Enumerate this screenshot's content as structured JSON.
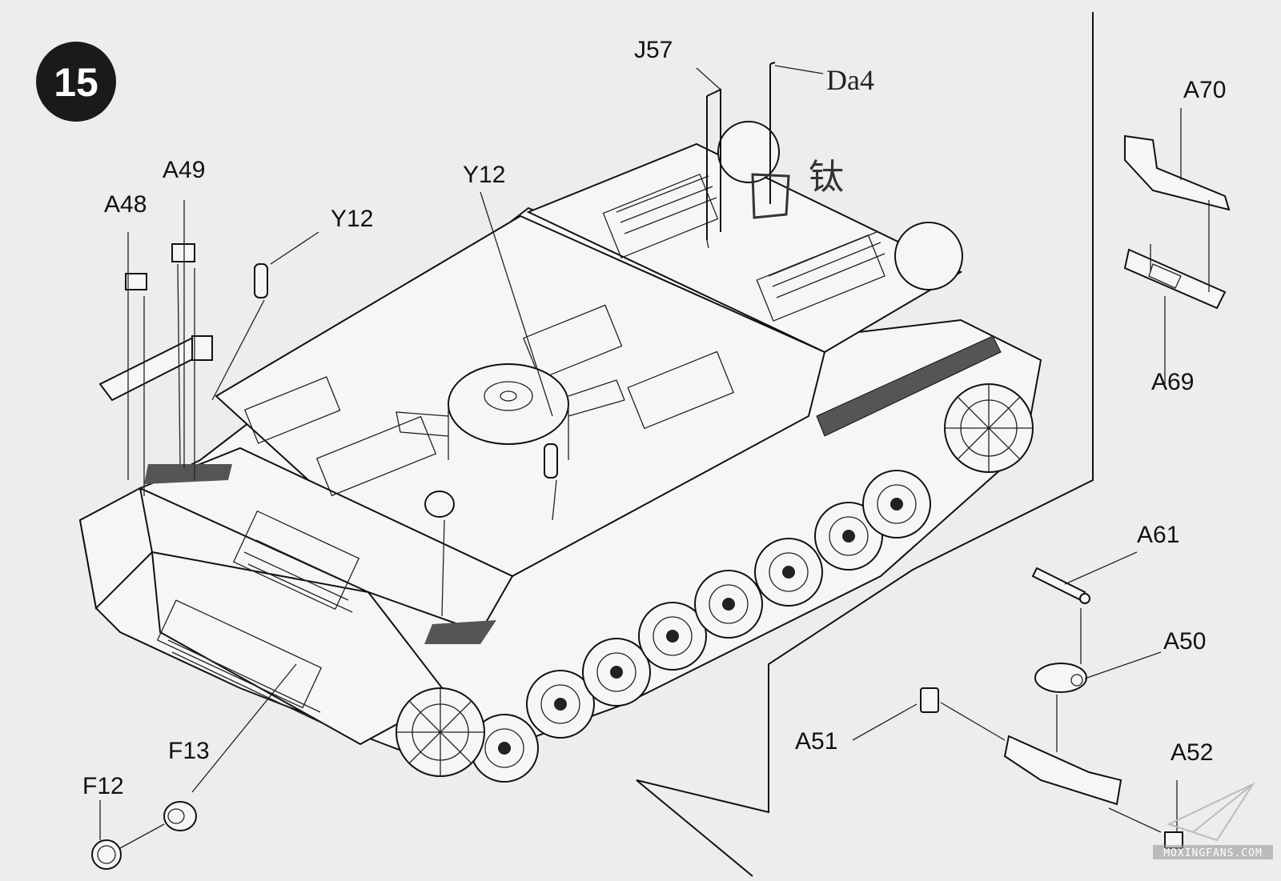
{
  "step": {
    "number": "15"
  },
  "callouts": {
    "J57": "J57",
    "Da4": "Da4",
    "A70": "A70",
    "A49": "A49",
    "A48": "A48",
    "Y12_a": "Y12",
    "Y12_b": "Y12",
    "A69": "A69",
    "A61": "A61",
    "A50": "A50",
    "A51": "A51",
    "A52": "A52",
    "F13": "F13",
    "F12": "F12"
  },
  "handwritten_note": "钛",
  "watermark": {
    "text": "MOXINGFANS.COM"
  }
}
